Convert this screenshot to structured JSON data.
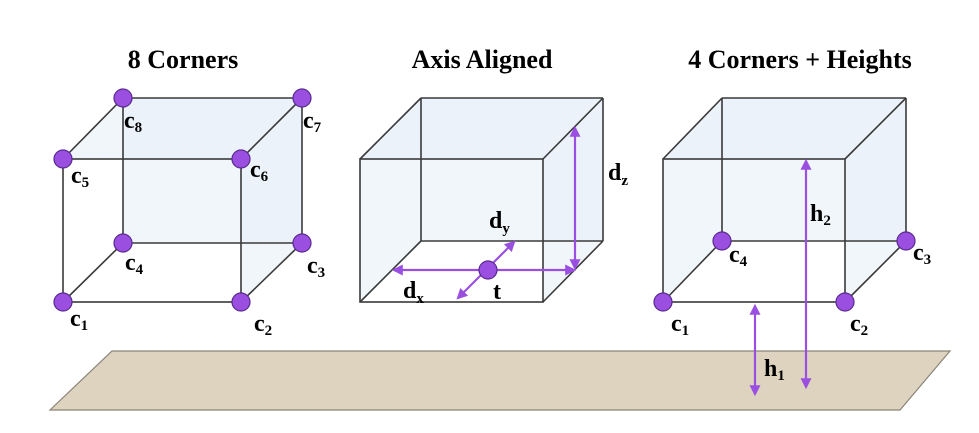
{
  "panels": [
    {
      "title": "8 Corners"
    },
    {
      "title": "Axis Aligned"
    },
    {
      "title": "4 Corners + Heights"
    }
  ],
  "labels": {
    "corners8": [
      "c",
      "1",
      "c",
      "2",
      "c",
      "3",
      "c",
      "4",
      "c",
      "5",
      "c",
      "6",
      "c",
      "7",
      "c",
      "8"
    ],
    "axis": {
      "dx": "d",
      "dx_sub": "x",
      "dy": "d",
      "dy_sub": "y",
      "dz": "d",
      "dz_sub": "z",
      "t": "t"
    },
    "corners4": {
      "c1": "c",
      "c1_sub": "1",
      "c2": "c",
      "c2_sub": "2",
      "c3": "c",
      "c3_sub": "3",
      "c4": "c",
      "c4_sub": "4"
    },
    "heights": {
      "h1": "h",
      "h1_sub": "1",
      "h2": "h",
      "h2_sub": "2"
    }
  },
  "colors": {
    "accent": "#9a4fe0",
    "ground": "#ded3bf",
    "box_face": "#e6eef7"
  }
}
